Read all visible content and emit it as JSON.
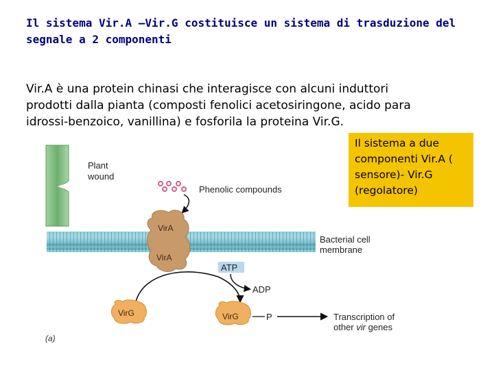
{
  "heading": {
    "line1": "Il sistema Vir.A –Vir.G costituisce un sistema di trasduzione del",
    "line2": "segnale a 2 componenti"
  },
  "paragraph": {
    "line1": "Vir.A è una protein chinasi che interagisce con alcuni induttori",
    "line2": "prodotti dalla pianta (composti fenolici acetosiringone, acido para",
    "line3": "idrossi-benzoico, vanillina) e fosforila la proteina Vir.G."
  },
  "callout": {
    "line1": "Il sistema a due",
    "line2": "componenti Vir.A (",
    "line3": "sensore)- Vir.G",
    "line4": "(regolatore)"
  },
  "figure": {
    "plant_wound_line1": "Plant",
    "plant_wound_line2": "wound",
    "phenolic": "Phenolic compounds",
    "vira_top": "VirA",
    "vira_bottom": "VirA",
    "membrane_line1": "Bacterial cell",
    "membrane_line2": "membrane",
    "atp": "ATP",
    "adp": "ADP",
    "virg": "VirG",
    "virg_p": "VirG",
    "p_label": "P",
    "transcription_line1": "Transcription of",
    "transcription_line2_a": "other ",
    "transcription_line2_b": "vir",
    "transcription_line2_c": " genes",
    "panel": "(a)"
  },
  "colors": {
    "heading": "#000080",
    "callout_bg": "#f5c400",
    "plant": "#7ab87a",
    "membrane": "#6fb8c8",
    "vira": "#c89a6a",
    "virg": "#f0b060",
    "atp_bg": "#b8d8ee",
    "phenolic": "#d0608a"
  }
}
